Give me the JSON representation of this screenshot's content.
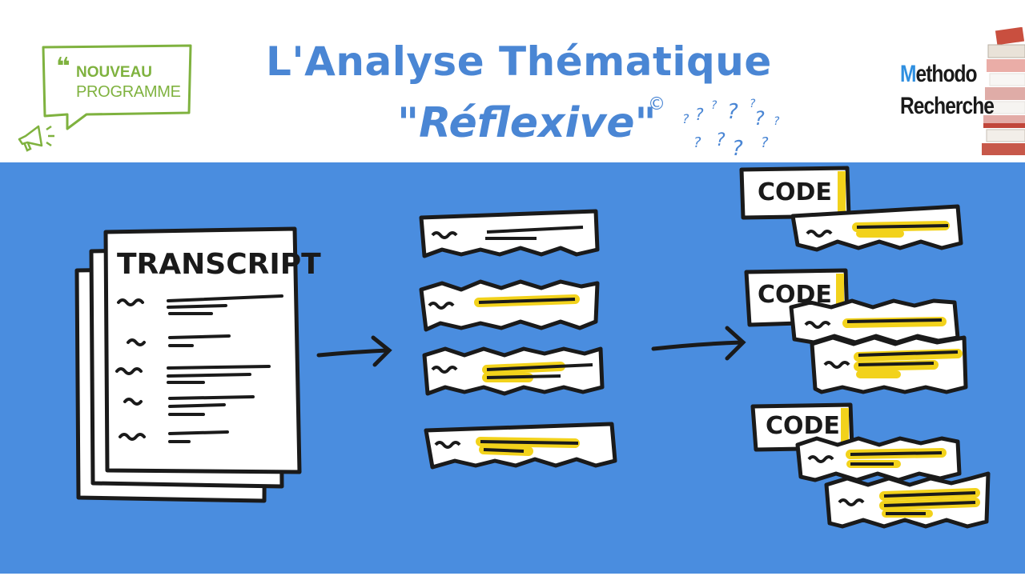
{
  "header": {
    "title": "L'Analyse Thématique",
    "subtitle": "\"Réflexive\"",
    "copyright_mark": "©",
    "question_marks": "?"
  },
  "badge": {
    "quote_mark": "❝",
    "line1": "NOUVEAU",
    "line2": "PROGRAMME",
    "color": "#7fb23f",
    "icon": "megaphone-icon"
  },
  "logo": {
    "line1_highlight": "M",
    "line1_rest": "ethodo",
    "line2": "Recherche",
    "highlight_color": "#2f8fe0"
  },
  "diagram": {
    "background_color": "#4a8ddf",
    "highlight_color": "#f2d21b",
    "transcript_label": "TRANSCRIPT",
    "code_labels": [
      "CODE",
      "CODE",
      "CODE"
    ]
  }
}
